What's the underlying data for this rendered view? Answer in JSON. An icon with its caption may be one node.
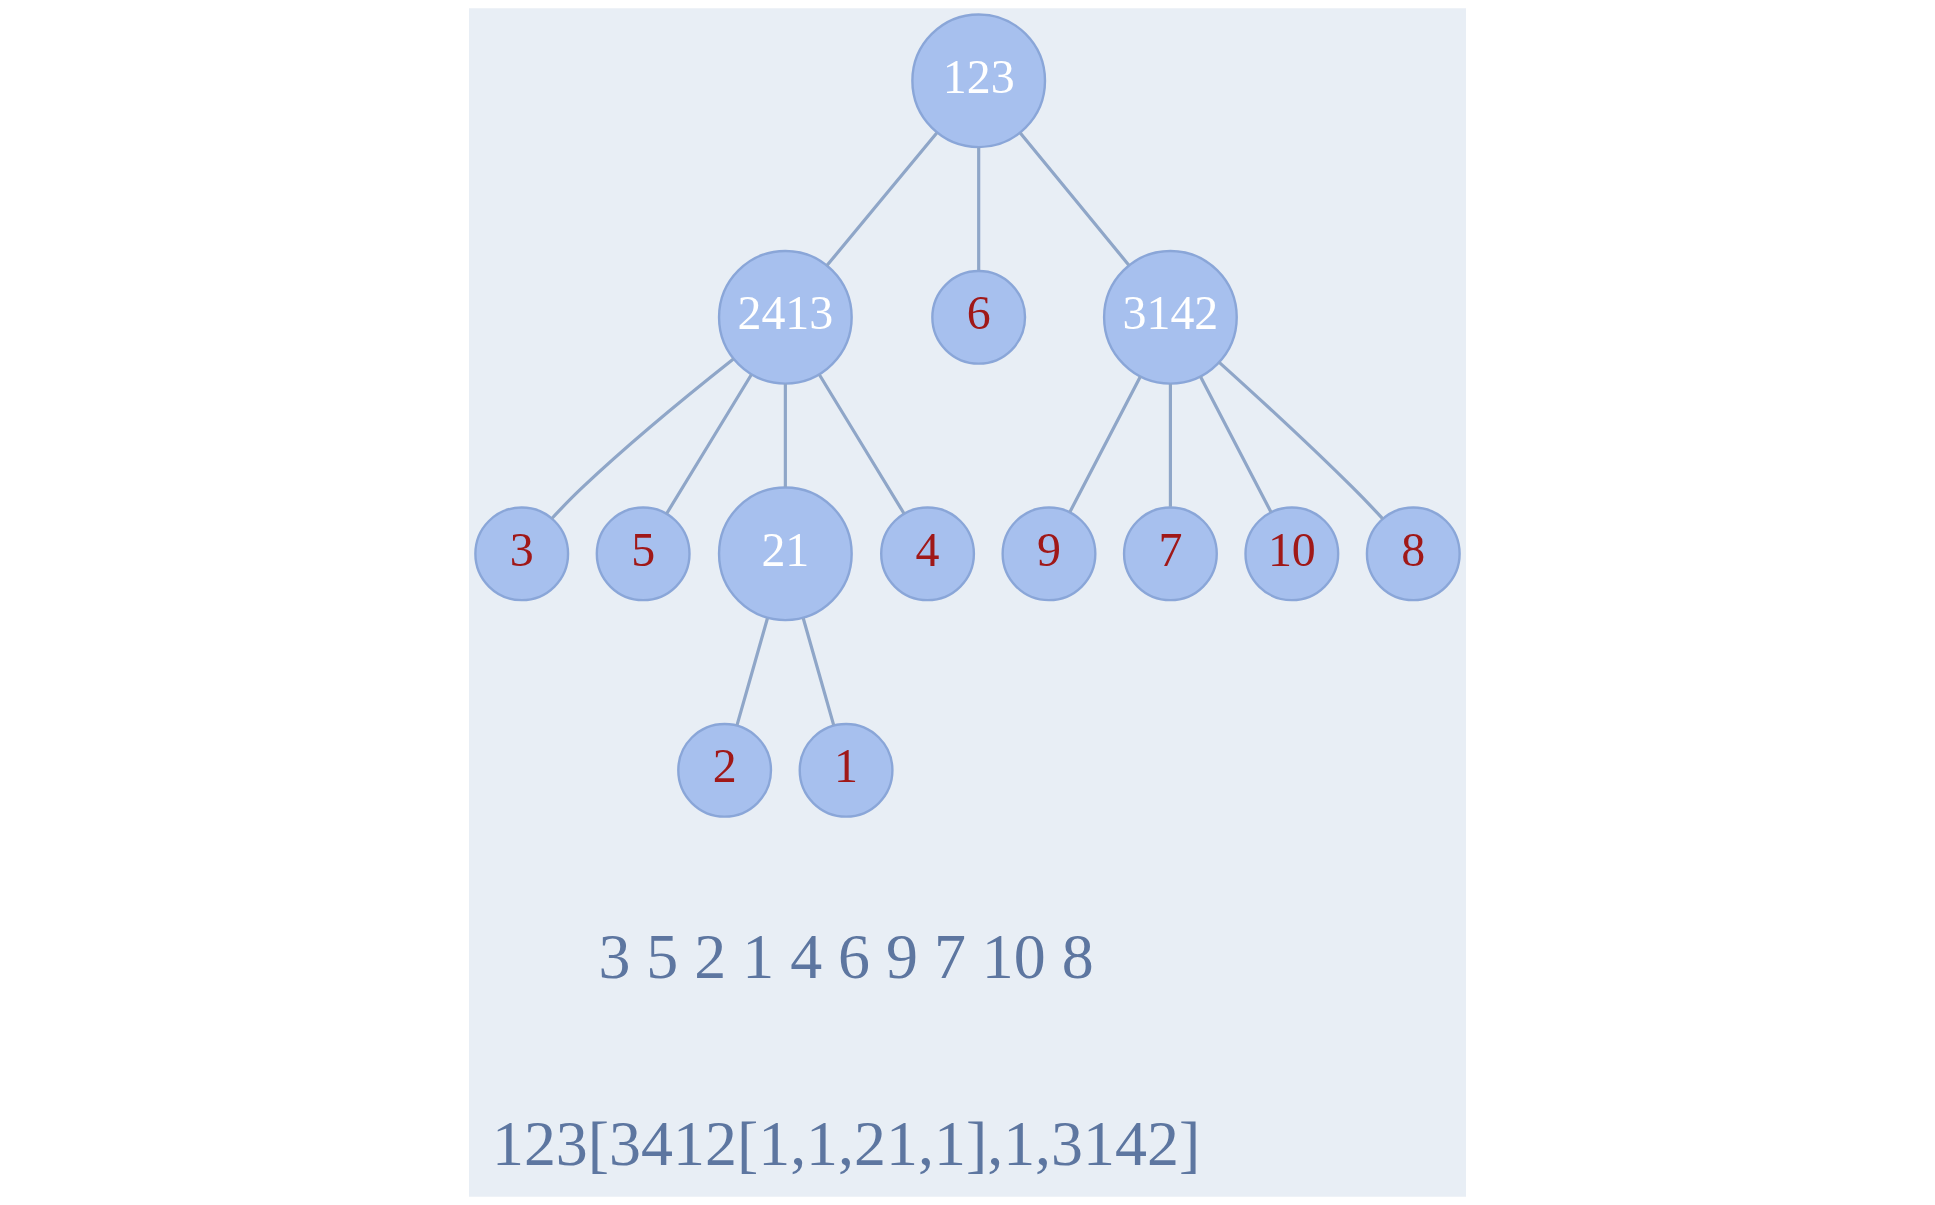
{
  "diagram": {
    "nodes": [
      {
        "text": [
          "123"
        ]
      },
      {
        "text": [
          "2413"
        ]
      },
      {
        "text": [
          "6"
        ]
      },
      {
        "text": [
          "3142"
        ]
      },
      {
        "text": [
          "3"
        ]
      },
      {
        "text": [
          "5"
        ]
      },
      {
        "text": [
          "21"
        ]
      },
      {
        "text": [
          "4"
        ]
      },
      {
        "text": [
          "9"
        ]
      },
      {
        "text": [
          "7"
        ]
      },
      {
        "text": [
          "10"
        ]
      },
      {
        "text": [
          "8"
        ]
      },
      {
        "text": [
          "2"
        ]
      },
      {
        "text": [
          "1"
        ]
      }
    ],
    "edges": [
      {
        "from": 0,
        "to": 1,
        "arrow": "none"
      },
      {
        "from": 0,
        "to": 2,
        "arrow": "none"
      },
      {
        "from": 0,
        "to": 3,
        "arrow": "none"
      },
      {
        "from": 1,
        "to": 4,
        "arrow": "none"
      },
      {
        "from": 1,
        "to": 5,
        "arrow": "none"
      },
      {
        "from": 1,
        "to": 6,
        "arrow": "none"
      },
      {
        "from": 1,
        "to": 7,
        "arrow": "none"
      },
      {
        "from": 3,
        "to": 8,
        "arrow": "none"
      },
      {
        "from": 3,
        "to": 9,
        "arrow": "none"
      },
      {
        "from": 3,
        "to": 10,
        "arrow": "none"
      },
      {
        "from": 3,
        "to": 11,
        "arrow": "none"
      },
      {
        "from": 6,
        "to": 12,
        "arrow": "none"
      },
      {
        "from": 6,
        "to": 13,
        "arrow": "none"
      }
    ],
    "labels": [
      "3 5 2 1 4 6 9 7 10 8",
      "123[3412[1,1,21,1],1,3142]"
    ]
  }
}
